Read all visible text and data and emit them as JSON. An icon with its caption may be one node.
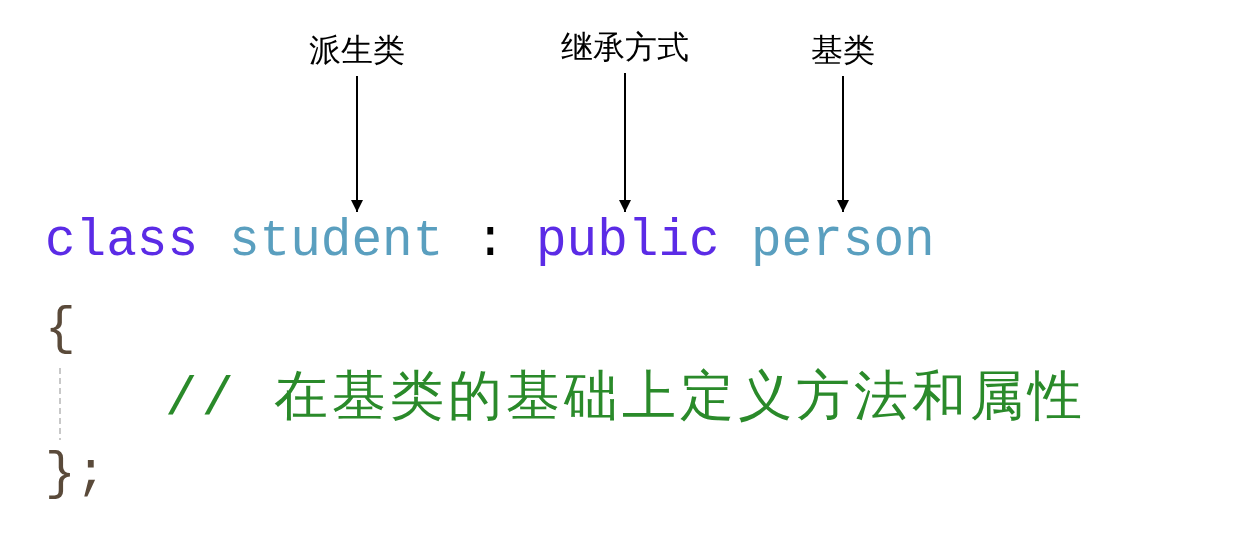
{
  "diagram": {
    "nodes": [
      {
        "text": [
          "派生类"
        ]
      },
      {
        "text": [
          "继承方式"
        ]
      },
      {
        "text": [
          "基类"
        ]
      },
      {
        "text": [
          "student"
        ]
      },
      {
        "text": [
          "public"
        ]
      },
      {
        "text": [
          "person"
        ]
      }
    ],
    "edges": [
      {
        "from": 0,
        "to": 3,
        "arrow": "to"
      },
      {
        "from": 1,
        "to": 4,
        "arrow": "to"
      },
      {
        "from": 2,
        "to": 5,
        "arrow": "to"
      }
    ],
    "labels": [
      "class",
      ":",
      "{",
      "// 在基类的基础上定义方法和属性",
      "};"
    ]
  }
}
